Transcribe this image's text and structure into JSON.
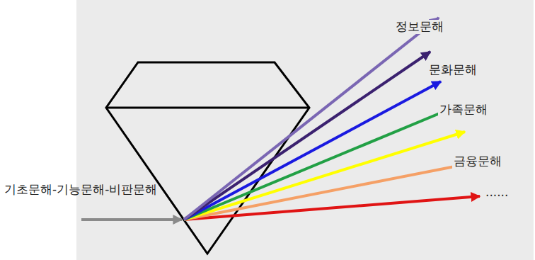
{
  "diagram": {
    "labels": [
      "정보문해",
      "문화문해",
      "가족문해",
      "금융문해",
      "기초문해-기능문해-비판문해",
      "......"
    ]
  }
}
